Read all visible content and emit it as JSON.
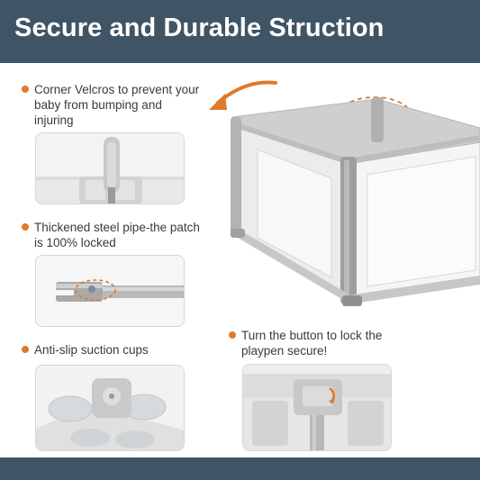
{
  "header": {
    "title": "Secure and Durable Struction"
  },
  "features": [
    {
      "text": "Corner Velcros to prevent your baby from bumping and injuring"
    },
    {
      "text": "Thickened steel pipe-the patch is 100% locked"
    },
    {
      "text": "Anti-slip suction cups"
    },
    {
      "text": "Turn the button to lock the playpen secure!"
    }
  ],
  "colors": {
    "band": "#3f5566",
    "accent": "#e07a2a",
    "frame": "#c4c4c4",
    "mesh": "#eeeeee"
  }
}
